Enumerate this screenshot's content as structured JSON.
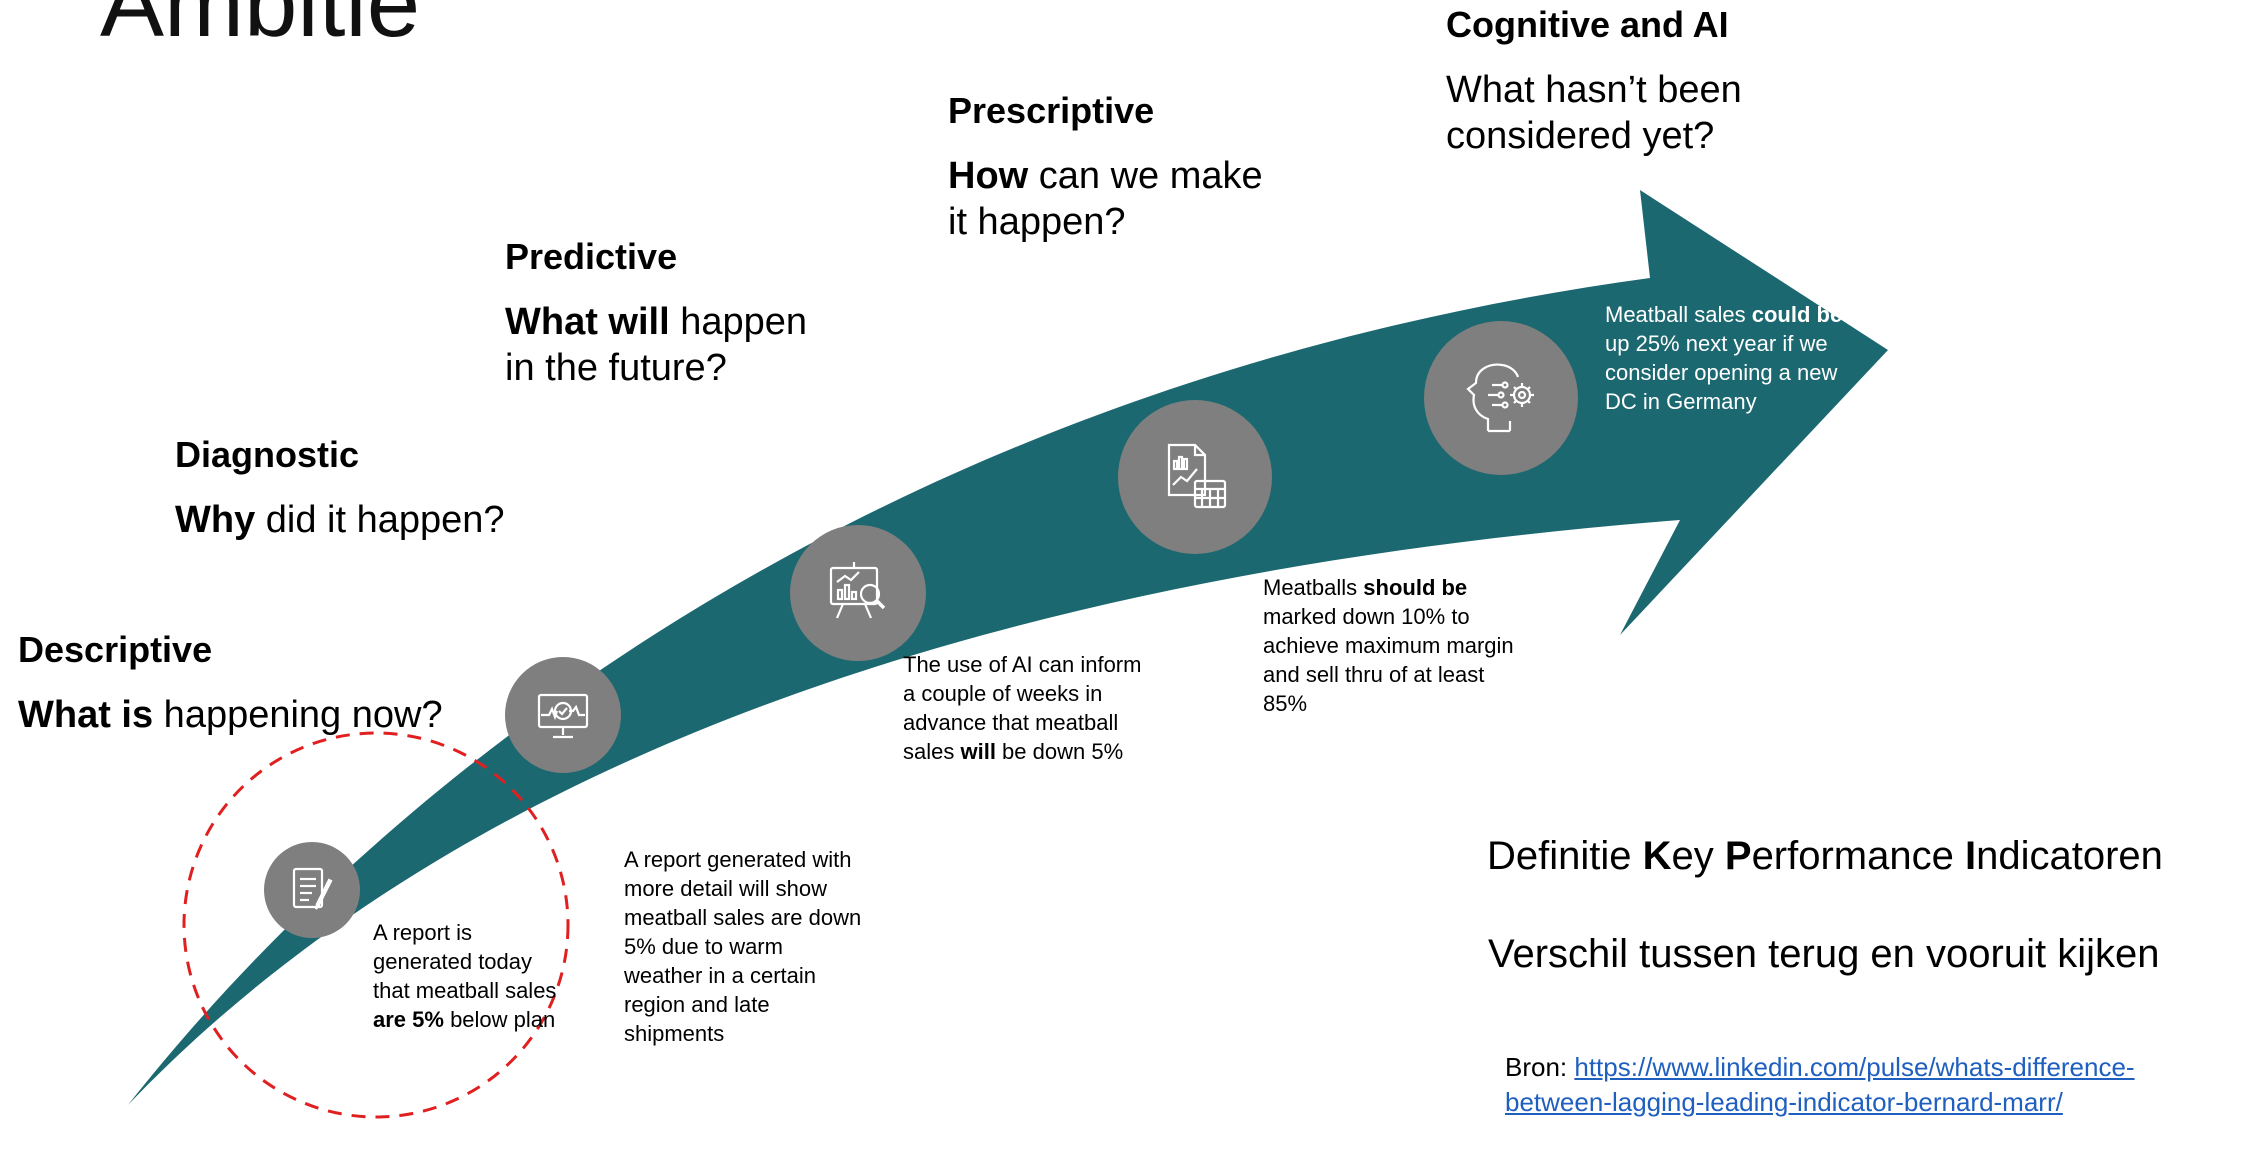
{
  "title": "Ambitie",
  "stages": [
    {
      "name": "Descriptive",
      "q_bold": "What is",
      "q_rest": " happening now?"
    },
    {
      "name": "Diagnostic",
      "q_bold": "Why",
      "q_rest": " did it happen?"
    },
    {
      "name": "Predictive",
      "q_bold": "What will",
      "q_rest": " happen in the future?"
    },
    {
      "name": "Prescriptive",
      "q_bold": "How",
      "q_rest": " can we make it happen?"
    },
    {
      "name": "Cognitive and AI",
      "q_bold": "",
      "q_rest": "What hasn’t been considered yet?"
    }
  ],
  "descriptions": {
    "d1": {
      "a": "A report is generated today that meatball sales ",
      "b": "are 5%",
      "c": " below plan"
    },
    "d2": {
      "a": "A report generated with more detail will show meatball sales are down 5% due to warm weather in a certain region and late shipments"
    },
    "d3": {
      "a": "The use of AI can inform a couple of weeks in advance that meatball sales ",
      "b": "will",
      "c": " be down 5%"
    },
    "d4": {
      "a": "Meatballs ",
      "b": "should be",
      "c": " marked down 10% to achieve maximum margin and sell thru of at least 85%"
    },
    "d5": {
      "a": "Meatball sales ",
      "b": "could be",
      "c": " up 25% next year if we consider opening a new DC in Germany"
    }
  },
  "definitie": {
    "p1": "Definitie ",
    "k": "K",
    "p2": "ey ",
    "p": "P",
    "p3": "erformance ",
    "i": "I",
    "p4": "ndicatoren"
  },
  "verschil": "Verschil tussen terug en vooruit kijken",
  "source": {
    "label": "Bron: ",
    "link_line1": "https://www.linkedin.com/pulse/whats-difference-",
    "link_line2": "between-lagging-leading-indicator-bernard-marr/"
  },
  "colors": {
    "arrow": "#1c6870",
    "circle": "#7f7f7f",
    "dashed": "#e02020"
  },
  "icons": [
    "document-pen-icon",
    "monitor-check-icon",
    "presentation-search-icon",
    "report-calculator-icon",
    "ai-head-gear-icon"
  ]
}
